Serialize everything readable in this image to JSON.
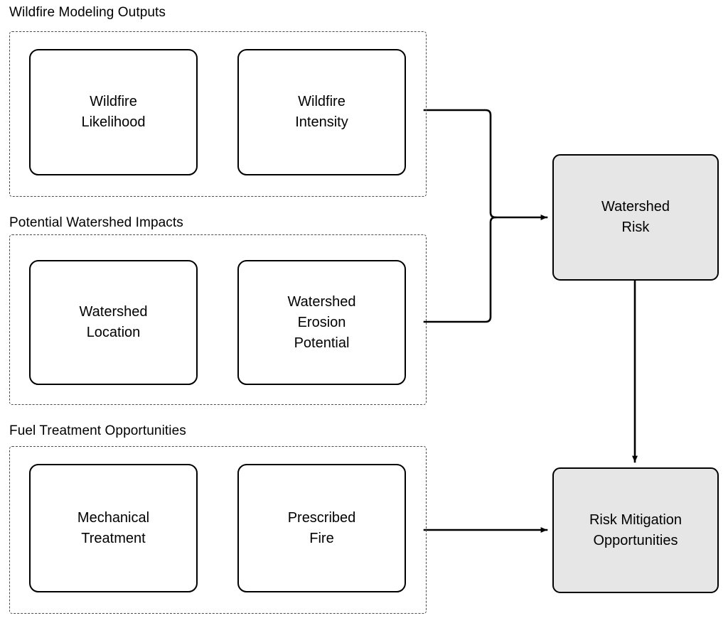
{
  "diagram": {
    "title_visible": false,
    "colors": {
      "node_fill": "#ffffff",
      "outcome_fill": "#e6e6e6",
      "stroke": "#000000",
      "group_stroke": "#4d4d4d",
      "background": "#ffffff"
    },
    "groups": [
      {
        "id": "wildfire-modeling-outputs",
        "label": "Wildfire Modeling Outputs",
        "nodes": [
          {
            "id": "wildfire-likelihood",
            "label": "Wildfire\nLikelihood"
          },
          {
            "id": "wildfire-intensity",
            "label": "Wildfire\nIntensity"
          }
        ]
      },
      {
        "id": "potential-watershed-impacts",
        "label": "Potential Watershed Impacts",
        "nodes": [
          {
            "id": "watershed-location",
            "label": "Watershed\nLocation"
          },
          {
            "id": "watershed-erosion-potential",
            "label": "Watershed\nErosion\nPotential"
          }
        ]
      },
      {
        "id": "fuel-treatment-opportunities",
        "label": "Fuel Treatment Opportunities",
        "nodes": [
          {
            "id": "mechanical-treatment",
            "label": "Mechanical\nTreatment"
          },
          {
            "id": "prescribed-fire",
            "label": "Prescribed\nFire"
          }
        ]
      }
    ],
    "outcomes": [
      {
        "id": "watershed-risk",
        "label": "Watershed\nRisk"
      },
      {
        "id": "risk-mitigation-opportunities",
        "label": "Risk Mitigation\nOpportunities"
      }
    ],
    "edges": [
      {
        "id": "edge-modeling-to-watershed-risk",
        "from": "wildfire-modeling-outputs",
        "to": "watershed-risk",
        "arrow": true
      },
      {
        "id": "edge-impacts-to-watershed-risk",
        "from": "potential-watershed-impacts",
        "to": "watershed-risk",
        "arrow": true
      },
      {
        "id": "edge-watershed-risk-to-mitigation",
        "from": "watershed-risk",
        "to": "risk-mitigation-opportunities",
        "arrow": true
      },
      {
        "id": "edge-fuel-to-mitigation",
        "from": "fuel-treatment-opportunities",
        "to": "risk-mitigation-opportunities",
        "arrow": true
      }
    ]
  }
}
